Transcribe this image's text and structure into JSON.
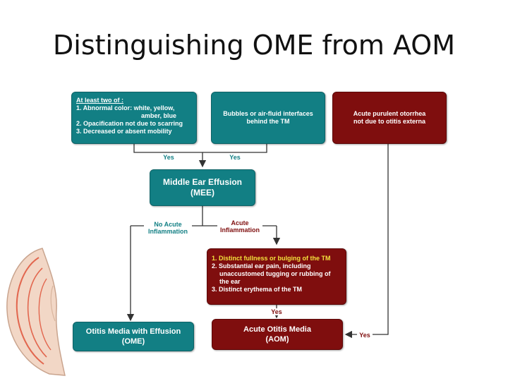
{
  "slide": {
    "title": "Distinguishing OME from AOM"
  },
  "colors": {
    "teal": "#127f84",
    "dark_red": "#7f0e0e",
    "highlight": "#f4e23c"
  },
  "boxes": {
    "criteria_color": {
      "heading": "At least two of :",
      "line1": "1.  Abnormal color:  white, yellow,",
      "line1b": "amber, blue",
      "line2": "2. Opacification not due to scarring",
      "line3": "3. Decreased or absent mobility"
    },
    "bubbles": {
      "line1": "Bubbles or air-fluid interfaces",
      "line2": "behind the TM"
    },
    "otorrhea": {
      "line1": "Acute purulent otorrhea",
      "line2": "not due to otitis externa"
    },
    "mee": {
      "line1": "Middle Ear Effusion",
      "line2": "(MEE)"
    },
    "inflammation_signs": {
      "line1": "1. Distinct fullness or bulging of the TM",
      "line2": "2. Substantial ear pain, including",
      "line2b": "unaccustomed tugging or rubbing of",
      "line2c": "the ear",
      "line3": "3. Distinct erythema of the TM"
    },
    "ome": {
      "line1": "Otitis Media with Effusion",
      "line2": "(OME)"
    },
    "aom": {
      "line1": "Acute Otitis Media",
      "line2": "(AOM)"
    }
  },
  "labels": {
    "yes_left": "Yes",
    "yes_right": "Yes",
    "no_acute_1": "No Acute",
    "no_acute_2": "Inflammation",
    "acute_1": "Acute",
    "acute_2": "Inflammation",
    "yes_bottom": "Yes",
    "yes_otorrhea": "Yes"
  }
}
